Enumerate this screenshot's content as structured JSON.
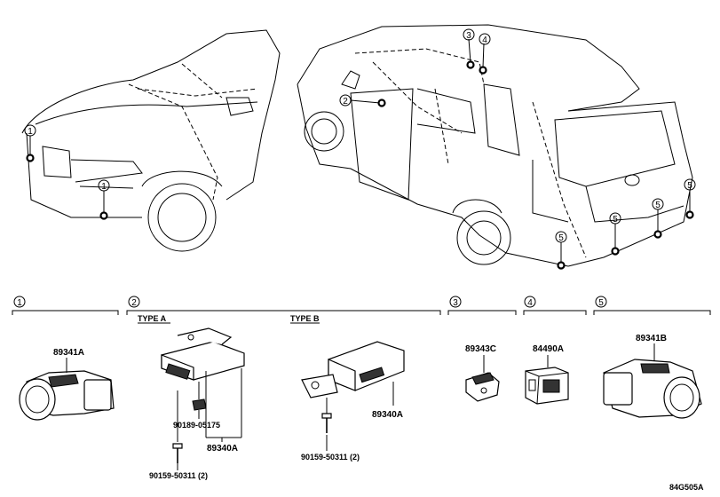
{
  "callouts": {
    "c1": "1",
    "c2": "2",
    "c3": "3",
    "c4": "4",
    "c5": "5"
  },
  "sections": [
    {
      "num": "1"
    },
    {
      "num": "2"
    },
    {
      "num": "3"
    },
    {
      "num": "4"
    },
    {
      "num": "5"
    }
  ],
  "types": {
    "a": "TYPE A",
    "b": "TYPE B"
  },
  "parts": {
    "p89341A": "89341A",
    "p89340A_a": "89340A",
    "p90189": "90189-05175",
    "p90159_a": "90159-50311 (2)",
    "p89340A_b": "89340A",
    "p90159_b": "90159-50311 (2)",
    "p89343C": "89343C",
    "p84490A": "84490A",
    "p89341B": "89341B"
  },
  "diagram_code": "84G505A"
}
